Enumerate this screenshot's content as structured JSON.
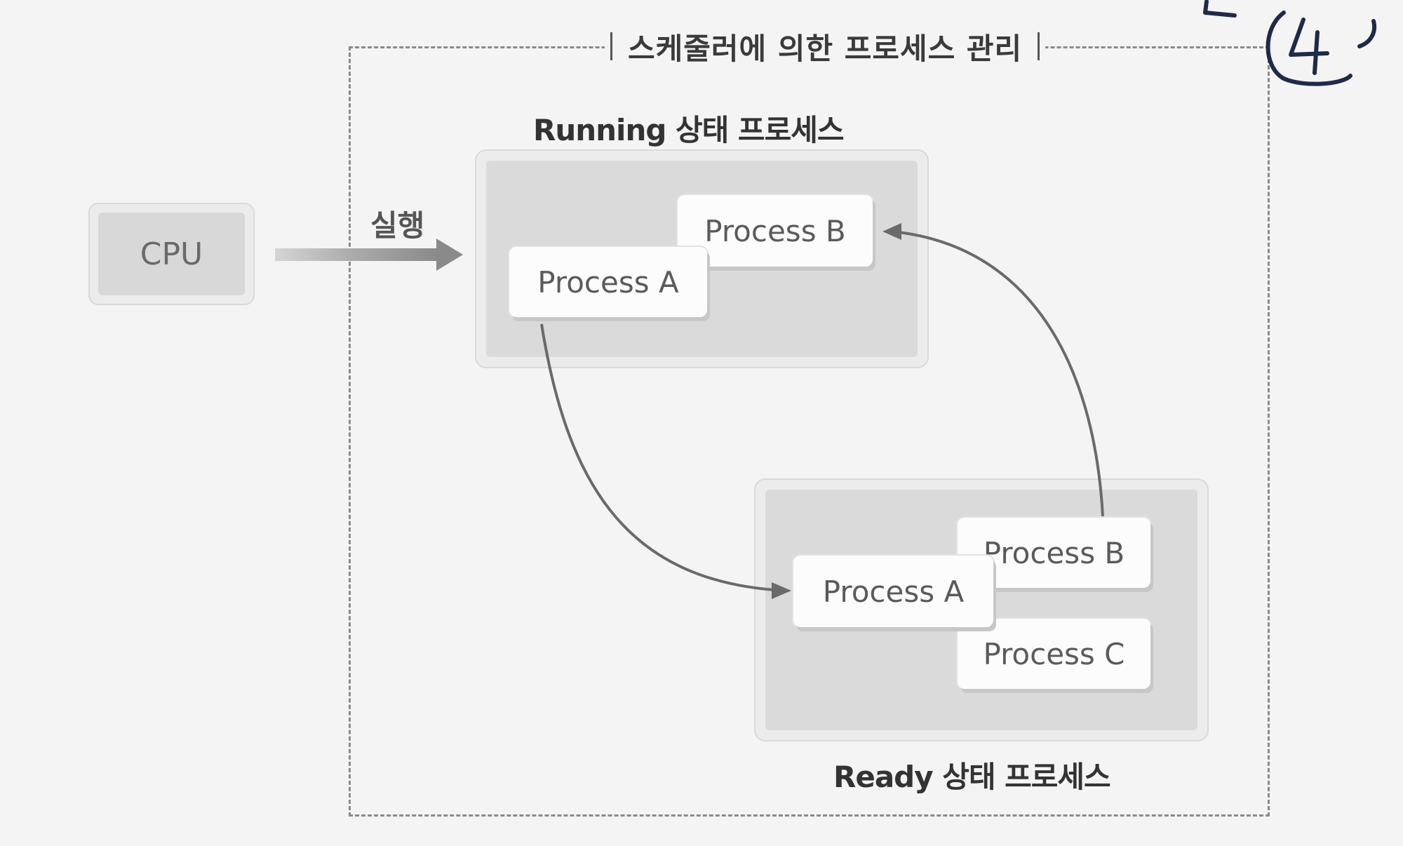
{
  "title": "스케줄러에 의한 프로세스 관리",
  "cpu": {
    "label": "CPU"
  },
  "execute_label": "실행",
  "running_group": {
    "label": "Running 상태 프로세스",
    "processes": [
      "Process B",
      "Process A"
    ]
  },
  "ready_group": {
    "label": "Ready 상태 프로세스",
    "processes": [
      "Process B",
      "Process A",
      "Process C"
    ]
  },
  "annotation": {
    "handwritten_number": "4"
  },
  "colors": {
    "background": "#f4f4f4",
    "frame_border": "#8a8a8a",
    "group_fill": "#dadada",
    "card_fill": "#fcfcfc",
    "arrow": "#6a6a6a",
    "ink": "#1e2a4a"
  }
}
